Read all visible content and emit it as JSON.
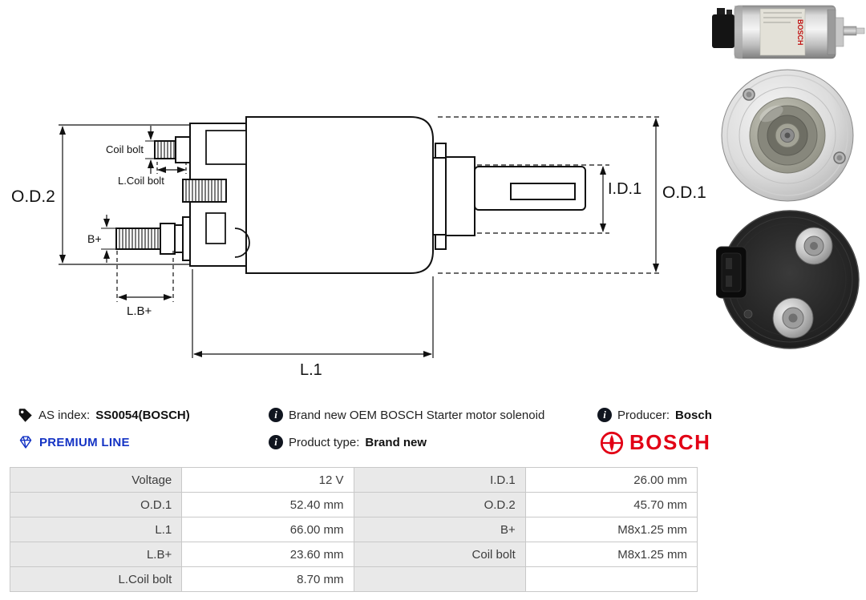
{
  "diagram": {
    "od2": "O.D.2",
    "od1": "O.D.1",
    "id1": "I.D.1",
    "l1": "L.1",
    "lb_plus": "L.B+",
    "b_plus": "B+",
    "coil_bolt": "Coil bolt",
    "l_coil_bolt": "L.Coil bolt"
  },
  "photos": {
    "side_label_text": "BOSCH"
  },
  "info": {
    "as_index_label": "AS index:",
    "as_index_value": "SS0054(BOSCH)",
    "description": "Brand new OEM BOSCH Starter motor solenoid",
    "producer_label": "Producer:",
    "producer_value": "Bosch",
    "premium_line": "PREMIUM LINE",
    "product_type_label": "Product type:",
    "product_type_value": "Brand new",
    "brand": "BOSCH"
  },
  "icons": {
    "info_glyph": "i",
    "tag": "tag-icon",
    "premium": "diamond-icon",
    "bosch_symbol": "bosch-armature-icon"
  },
  "colors": {
    "premium_blue": "#1433c4",
    "bosch_red": "#e20015",
    "table_label_bg": "#e9e9e9",
    "table_border": "#c9c9c9",
    "line_black": "#111111"
  },
  "table": {
    "rows": [
      {
        "c1": "Voltage",
        "v1": "12 V",
        "c2": "I.D.1",
        "v2": "26.00 mm"
      },
      {
        "c1": "O.D.1",
        "v1": "52.40 mm",
        "c2": "O.D.2",
        "v2": "45.70 mm"
      },
      {
        "c1": "L.1",
        "v1": "66.00 mm",
        "c2": "B+",
        "v2": "M8x1.25 mm"
      },
      {
        "c1": "L.B+",
        "v1": "23.60 mm",
        "c2": "Coil bolt",
        "v2": "M8x1.25 mm"
      },
      {
        "c1": "L.Coil bolt",
        "v1": "8.70 mm",
        "c2": "",
        "v2": ""
      }
    ]
  }
}
